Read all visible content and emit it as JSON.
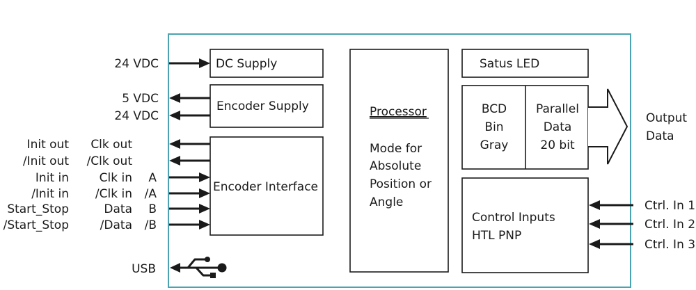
{
  "blocks": {
    "dc_supply": "DC Supply",
    "encoder_supply": "Encoder Supply",
    "encoder_interface": "Encoder Interface",
    "processor_title": "Processor",
    "processor_lines": [
      "Mode for",
      "Absolute",
      "Position or",
      "Angle"
    ],
    "status_led": "Satus LED",
    "code_lines": [
      "BCD",
      "Bin",
      "Gray"
    ],
    "parallel_lines": [
      "Parallel",
      "Data",
      "20 bit"
    ],
    "control_lines": [
      "Control Inputs",
      "HTL PNP"
    ]
  },
  "left_labels": {
    "supply_in": "24 VDC",
    "enc_5v": "5 VDC",
    "enc_24v": "24 VDC",
    "usb": "USB"
  },
  "signals": [
    {
      "a": "Init out",
      "b": "Clk out",
      "ch": ""
    },
    {
      "a": "/Init out",
      "b": "/Clk out",
      "ch": ""
    },
    {
      "a": "Init in",
      "b": "Clk in",
      "ch": "A"
    },
    {
      "a": "/Init in",
      "b": "/Clk in",
      "ch": "/A"
    },
    {
      "a": "Start_Stop",
      "b": "Data",
      "ch": "B"
    },
    {
      "a": "/Start_Stop",
      "b": "/Data",
      "ch": "/B"
    }
  ],
  "output": [
    "Output",
    "Data"
  ],
  "ctrl_inputs": [
    "Ctrl. In 1",
    "Ctrl. In 2",
    "Ctrl. In 3"
  ],
  "colors": {
    "frame": "#4aa3b0",
    "ink": "#1a1a1a"
  }
}
